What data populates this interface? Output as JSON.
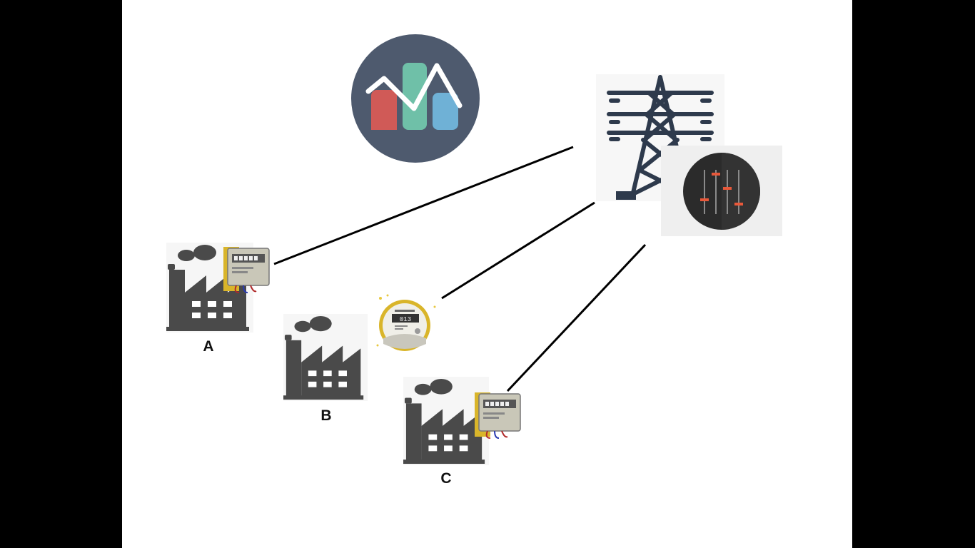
{
  "diagram": {
    "nodes": [
      {
        "id": "A",
        "label": "A",
        "meter": "mechanical-meter"
      },
      {
        "id": "B",
        "label": "B",
        "meter": "smart-meter"
      },
      {
        "id": "C",
        "label": "C",
        "meter": "mechanical-meter"
      }
    ],
    "hub": {
      "icon": "power-transmission-tower-icon"
    },
    "controller": {
      "icon": "mixer-sliders-icon"
    },
    "analytics": {
      "icon": "analytics-chart-icon"
    },
    "smart_meter_display": "013"
  },
  "colors": {
    "factory": "#4a4a4a",
    "tower": "#2e3a4c",
    "analytics_bg": "#4e5a6e",
    "bar_red": "#d05a57",
    "bar_green": "#6fc0a8",
    "bar_blue": "#6fb1d6",
    "meter_gold": "#d9b52a",
    "slider_orange": "#e8583a",
    "controller_bg": "#2b2b2b"
  }
}
